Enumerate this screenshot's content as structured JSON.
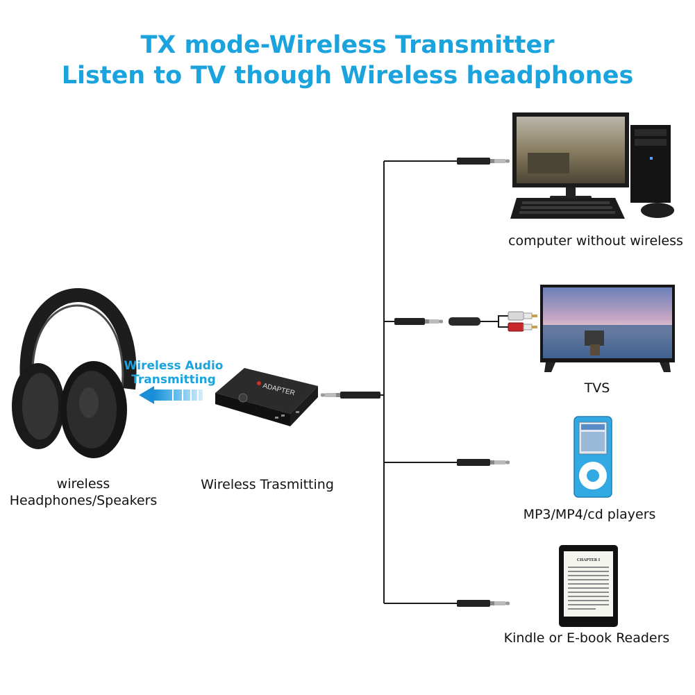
{
  "header": {
    "title_line1": "TX mode-Wireless Transmitter",
    "title_line2": "Listen to TV though Wireless headphones",
    "accent_color": "#1aa3dc"
  },
  "left": {
    "headphones_label_line1": "wireless",
    "headphones_label_line2": "Headphones/Speakers",
    "wireless_line1": "Wireless Audio",
    "wireless_line2": "Transmitting"
  },
  "center": {
    "device_label": "Wireless Trasmitting",
    "device_brand": "ADAPTER"
  },
  "sources": {
    "computer": "computer without wireless",
    "tv": "TVS",
    "mp3": "MP3/MP4/cd players",
    "ereader": "Kindle or E-book Readers",
    "ebook_chapter": "CHAPTER I"
  }
}
